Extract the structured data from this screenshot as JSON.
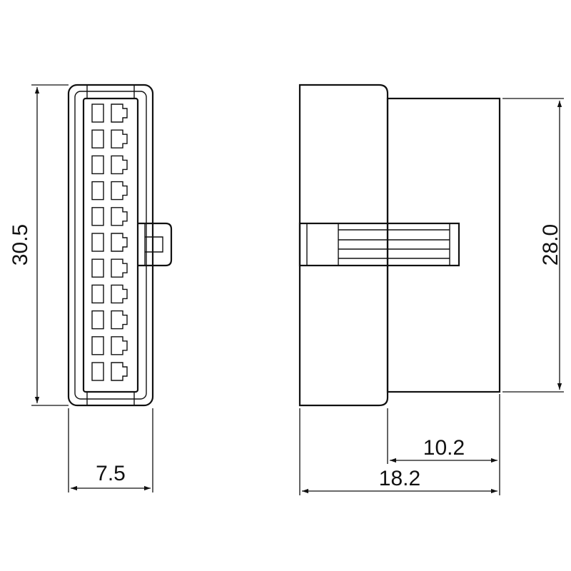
{
  "dimensions": {
    "front_height": "30.5",
    "front_width": "7.5",
    "side_height": "28.0",
    "side_inner_depth": "10.2",
    "side_total_depth": "18.2"
  },
  "connector": {
    "cavity_rows": 11,
    "cavity_columns": 2
  }
}
